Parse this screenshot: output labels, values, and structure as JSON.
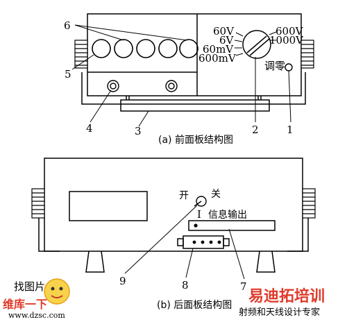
{
  "front": {
    "range_labels": [
      "60V",
      "6V",
      "60mV",
      "600mV",
      "600V",
      "1000V"
    ],
    "zero_label": "调零",
    "callouts": [
      "6",
      "5",
      "4",
      "3",
      "2",
      "1"
    ],
    "caption": "(a)  前面板结构图"
  },
  "rear": {
    "switch_on": "开",
    "switch_off": "关",
    "switch_index": "I",
    "signal_output": "信息输出",
    "callouts": [
      "9",
      "8",
      "7"
    ],
    "caption": "(b)  后面板结构图"
  },
  "watermark": {
    "site_left": "维库一下",
    "url": "www.dzsc.com",
    "brand": "易迪拓培训",
    "brand_sub": "射频和天线设计专家",
    "logo_text": "找图片"
  },
  "colors": {
    "line": "#000000",
    "watermark_red": "#e03a2a",
    "watermark_orange": "#f0a020"
  }
}
